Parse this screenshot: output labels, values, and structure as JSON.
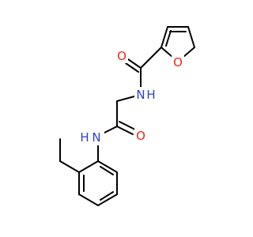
{
  "atoms": {
    "o_carbonyl_top": {
      "symbol": "O",
      "color": "#e8271d"
    },
    "o_furan": {
      "symbol": "O",
      "color": "#e8271d"
    },
    "n_amide_top": {
      "symbol": "N",
      "color": "#2c3fd6"
    },
    "n_amide_bottom": {
      "symbol": "N",
      "color": "#2c3fd6"
    },
    "h_amide_top": {
      "symbol": "H",
      "color": "#2c3fd6"
    },
    "h_amide_bottom": {
      "symbol": "H",
      "color": "#2c3fd6"
    },
    "o_carbonyl_mid": {
      "symbol": "O",
      "color": "#e8271d"
    }
  },
  "colors": {
    "bond": "#000000",
    "background": "#ffffff"
  }
}
